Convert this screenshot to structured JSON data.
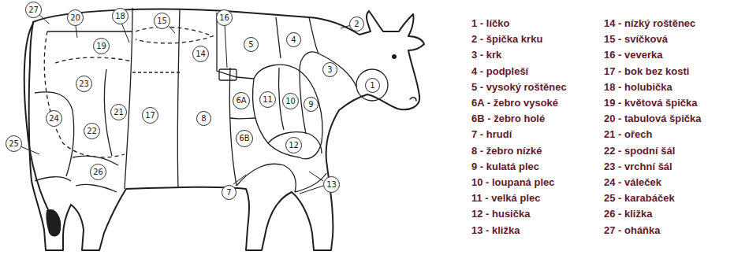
{
  "diagram": {
    "nodes": [
      {
        "text": [
          "1"
        ]
      },
      {
        "text": [
          "2"
        ]
      },
      {
        "text": [
          "3"
        ]
      },
      {
        "text": [
          "4"
        ]
      },
      {
        "text": [
          "5"
        ]
      },
      {
        "text": [
          "6A"
        ]
      },
      {
        "text": [
          "6B"
        ]
      },
      {
        "text": [
          "7"
        ]
      },
      {
        "text": [
          "8"
        ]
      },
      {
        "text": [
          "9"
        ]
      },
      {
        "text": [
          "10"
        ]
      },
      {
        "text": [
          "11"
        ]
      },
      {
        "text": [
          "12"
        ]
      },
      {
        "text": [
          "13"
        ]
      },
      {
        "text": [
          "14"
        ]
      },
      {
        "text": [
          "15"
        ]
      },
      {
        "text": [
          "16"
        ]
      },
      {
        "text": [
          "17"
        ]
      },
      {
        "text": [
          "18"
        ]
      },
      {
        "text": [
          "19"
        ]
      },
      {
        "text": [
          "20"
        ]
      },
      {
        "text": [
          "21"
        ]
      },
      {
        "text": [
          "22"
        ]
      },
      {
        "text": [
          "23"
        ]
      },
      {
        "text": [
          "24"
        ]
      },
      {
        "text": [
          "25"
        ]
      },
      {
        "text": [
          "26"
        ]
      },
      {
        "text": [
          "27"
        ]
      }
    ],
    "labels": [
      "1 - líčko",
      "2 - špička krku",
      "3 - krk",
      "4 - podpleší",
      "5 - vysoký roštěnec",
      "6A - žebro vysoké",
      "6B - žebro holé",
      "7 - hrudí",
      "8 - žebro nízké",
      "9 - kulatá plec",
      "10 - loupaná plec",
      "11 - velká plec",
      "12 - husička",
      "13 - kližka",
      "14 - nízký roštěnec",
      "15 - svíčková",
      "16 - veverka",
      "17 - bok bez kosti",
      "18 - holubička",
      "19 - květová špička",
      "20 - tabulová špička",
      "21 - ořech",
      "22 - spodní šál",
      "23 - vrchní šál",
      "24 - váleček",
      "25 - karabáček",
      "26 - kližka",
      "27 - oháňka"
    ]
  }
}
